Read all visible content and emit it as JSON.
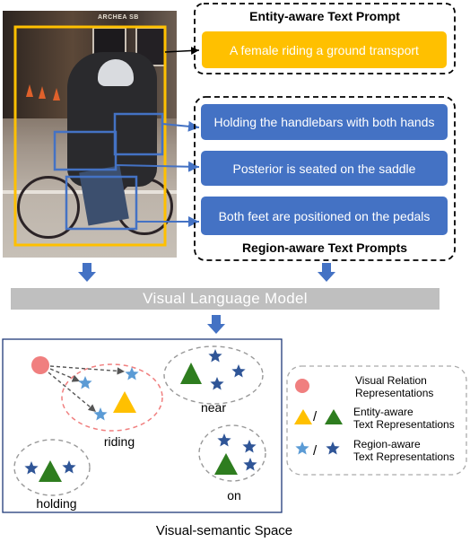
{
  "entity_section": {
    "title": "Entity-aware Text Prompt",
    "prompt": "A female riding a ground transport"
  },
  "region_section": {
    "title": "Region-aware Text Prompts",
    "prompts": [
      "Holding the handlebars with both hands",
      "Posterior is seated on the saddle",
      "Both feet are positioned on the pedals"
    ]
  },
  "model": {
    "label": "Visual Language Model"
  },
  "space": {
    "caption": "Visual-semantic Space",
    "clusters": [
      "riding",
      "near",
      "holding",
      "on"
    ]
  },
  "legend": {
    "items": [
      {
        "label_line1": "Visual Relation",
        "label_line2": "Representations",
        "icon": "red-circle-icon"
      },
      {
        "label_line1": "Entity-aware",
        "label_line2": "Text Representations",
        "icon": "triangle-pair-icon"
      },
      {
        "label_line1": "Region-aware",
        "label_line2": "Text Representations",
        "icon": "star-pair-icon"
      }
    ],
    "separator": "/"
  },
  "photo": {
    "storefront_sign": "ARCHEA SB"
  },
  "colors": {
    "yellow": "#ffc000",
    "blue": "#4472c4",
    "green": "#2e7d1f",
    "red": "#f07f7f",
    "gray": "#bfbfbf"
  }
}
